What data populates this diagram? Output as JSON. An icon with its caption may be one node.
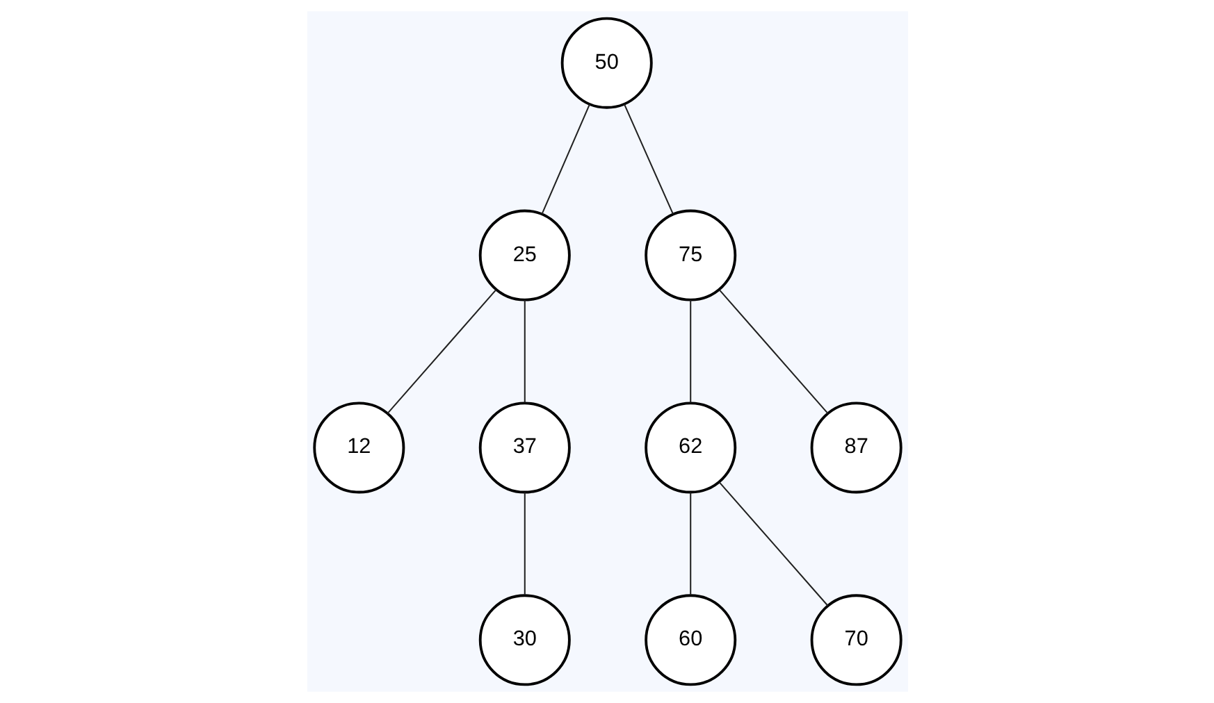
{
  "diagram": {
    "nodes": [
      {
        "text": [
          "50"
        ]
      },
      {
        "text": [
          "25"
        ]
      },
      {
        "text": [
          "75"
        ]
      },
      {
        "text": [
          "12"
        ]
      },
      {
        "text": [
          "37"
        ]
      },
      {
        "text": [
          "62"
        ]
      },
      {
        "text": [
          "87"
        ]
      },
      {
        "text": [
          "30"
        ]
      },
      {
        "text": [
          "60"
        ]
      },
      {
        "text": [
          "70"
        ]
      }
    ],
    "edges": [
      {
        "from": 0,
        "to": 1,
        "arrow": "none"
      },
      {
        "from": 0,
        "to": 2,
        "arrow": "none"
      },
      {
        "from": 1,
        "to": 3,
        "arrow": "none"
      },
      {
        "from": 1,
        "to": 4,
        "arrow": "none"
      },
      {
        "from": 2,
        "to": 5,
        "arrow": "none"
      },
      {
        "from": 2,
        "to": 6,
        "arrow": "none"
      },
      {
        "from": 4,
        "to": 7,
        "arrow": "none"
      },
      {
        "from": 5,
        "to": 8,
        "arrow": "none"
      },
      {
        "from": 5,
        "to": 9,
        "arrow": "none"
      }
    ]
  }
}
